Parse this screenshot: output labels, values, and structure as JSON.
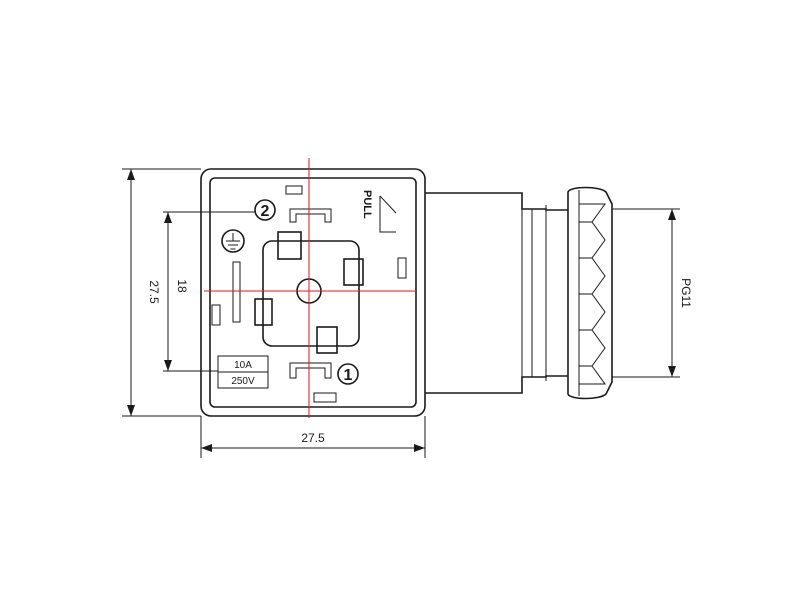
{
  "dimensions": {
    "height_overall": "27.5",
    "height_inner": "18",
    "width_overall": "27.5",
    "cable_gland": "PG11"
  },
  "connector_labels": {
    "pin_2": "2",
    "pin_1": "1",
    "pull_text": "PULL",
    "rating_current": "10A",
    "rating_voltage": "250V"
  },
  "colors": {
    "outline": "#1a1a1a",
    "centerline": "#e0141e"
  }
}
